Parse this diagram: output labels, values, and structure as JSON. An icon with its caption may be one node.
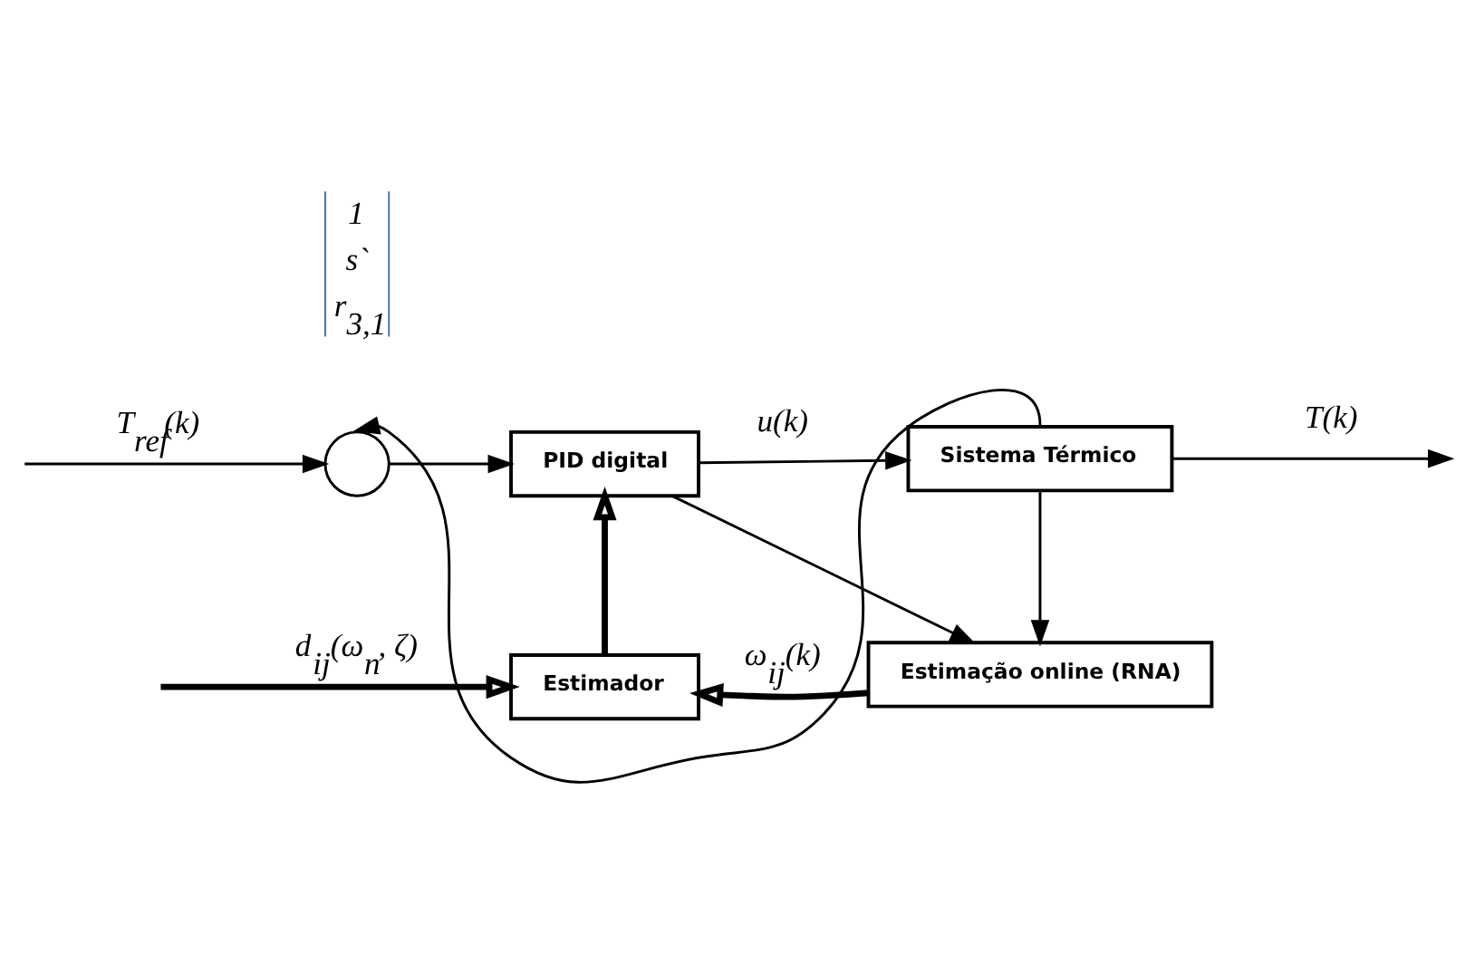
{
  "diagram": {
    "nodes": [
      {
        "text": [],
        "shape": "circle"
      },
      {
        "text": [
          "PID digital"
        ]
      },
      {
        "text": [
          "Sistema Térmico"
        ]
      },
      {
        "text": [
          "Estimação online (RNA)"
        ]
      },
      {
        "text": [
          "Estimador"
        ]
      }
    ],
    "edges": [
      {
        "from": null,
        "to": 0,
        "arrow": "to",
        "label": "T$_{ref}$(k)"
      },
      {
        "from": 2,
        "to": 0,
        "arrow": "to"
      },
      {
        "from": 0,
        "to": 1,
        "arrow": "to"
      },
      {
        "from": 1,
        "to": 2,
        "arrow": "to",
        "label": "u(k)"
      },
      {
        "from": 1,
        "to": 3,
        "arrow": "to"
      },
      {
        "from": 2,
        "to": 3,
        "arrow": "to"
      },
      {
        "from": 2,
        "to": null,
        "arrow": "to",
        "label": "T(k)"
      },
      {
        "from": 3,
        "to": 4,
        "arrow": "to",
        "style": "thick",
        "label": "ω$_{ij}$(k)"
      },
      {
        "from": 4,
        "to": 1,
        "arrow": "to",
        "style": "thick"
      },
      {
        "from": null,
        "to": 4,
        "arrow": "to",
        "style": "thick",
        "label": "d$_{ij}$(ω$_{n}$, ζ)"
      }
    ],
    "labels": [
      "1",
      "s`",
      "r$_{3,1}$"
    ]
  }
}
